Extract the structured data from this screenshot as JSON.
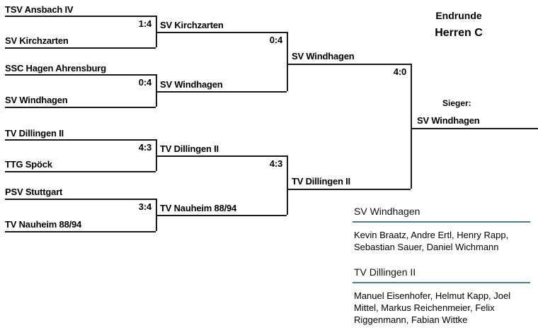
{
  "header": {
    "title_line1": "Endrunde",
    "title_line2": "Herren C"
  },
  "winner": {
    "label": "Sieger:",
    "team": "SV Windhagen"
  },
  "bracket": {
    "round1": [
      {
        "top_team": "TSV Ansbach IV",
        "bottom_team": "SV Kirchzarten",
        "score": "1:4"
      },
      {
        "top_team": "SSC Hagen Ahrensburg",
        "bottom_team": "SV Windhagen",
        "score": "0:4"
      },
      {
        "top_team": "TV Dillingen II",
        "bottom_team": "TTG Spöck",
        "score": "4:3"
      },
      {
        "top_team": "PSV Stuttgart",
        "bottom_team": "TV Nauheim 88/94",
        "score": "3:4"
      }
    ],
    "round2": [
      {
        "team": "SV Kirchzarten"
      },
      {
        "team": "SV Windhagen"
      },
      {
        "team": "TV Dillingen II"
      },
      {
        "team": "TV Nauheim 88/94"
      }
    ],
    "semifinal_scores": [
      {
        "score": "0:4"
      },
      {
        "score": "4:3"
      }
    ],
    "round3": [
      {
        "team": "SV Windhagen"
      },
      {
        "team": "TV Dillingen II"
      }
    ],
    "final_score": "4:0",
    "final_winner": "SV Windhagen"
  },
  "rosters": [
    {
      "team": "SV Windhagen",
      "players": "Kevin Braatz, Andre Ertl, Henry Rapp, Sebastian Sauer, Daniel Wichmann"
    },
    {
      "team": "TV Dillingen II",
      "players": "Manuel Eisenhofer, Helmut Kapp, Joel Mittel, Markus Reichenmeier, Felix Riggenmann, Fabian Wittke"
    }
  ],
  "colors": {
    "line": "#1a1a1a",
    "rule": "#51788d",
    "text": "#000000"
  }
}
